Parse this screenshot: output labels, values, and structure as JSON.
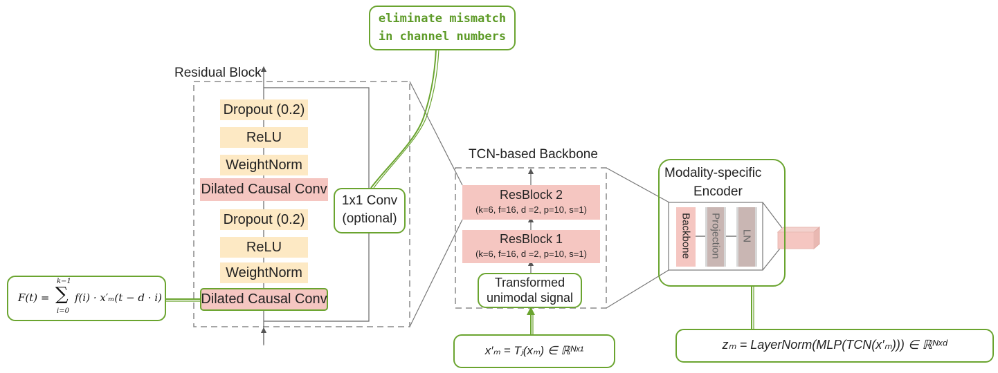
{
  "residual_block": {
    "title": "Residual Block",
    "layers": [
      "Dropout (0.2)",
      "ReLU",
      "WeightNorm",
      "Dilated Causal Conv",
      "Dropout (0.2)",
      "ReLU",
      "WeightNorm",
      "Dilated Causal Conv"
    ],
    "skip_label_line1": "1x1 Conv",
    "skip_label_line2": "(optional)"
  },
  "annotation": {
    "line1": "eliminate mismatch",
    "line2": "in channel numbers"
  },
  "formula_left": {
    "lhs": "F(t) = ",
    "sum_top": "k−1",
    "sum_sign": "∑",
    "sum_bottom": "i=0",
    "body": "f(i) · x′ₘ(t − d · i)"
  },
  "tcn": {
    "title": "TCN-based Backbone",
    "block2_title": "ResBlock 2",
    "block2_params": "(k=6, f=16, d =2, p=10, s=1)",
    "block1_title": "ResBlock 1",
    "block1_params": "(k=6, f=16, d =2, p=10, s=1)",
    "input_line1": "Transformed",
    "input_line2": "unimodal signal"
  },
  "formula_input": "x′ₘ = Tⱼ(xₘ) ∈ ℝᴺˣ¹",
  "encoder": {
    "title_line1": "Modality-specific",
    "title_line2": "Encoder",
    "parts": [
      "Backbone",
      "Projection",
      "LN"
    ]
  },
  "formula_output": "zₘ = LayerNorm(MLP(TCN(x′ₘ))) ∈ ℝᴺˣᵈ",
  "colors": {
    "green": "#6aa42f",
    "peach": "#fde9c4",
    "pink": "#f5c6c1",
    "gray_box": "#d7d7d7"
  }
}
